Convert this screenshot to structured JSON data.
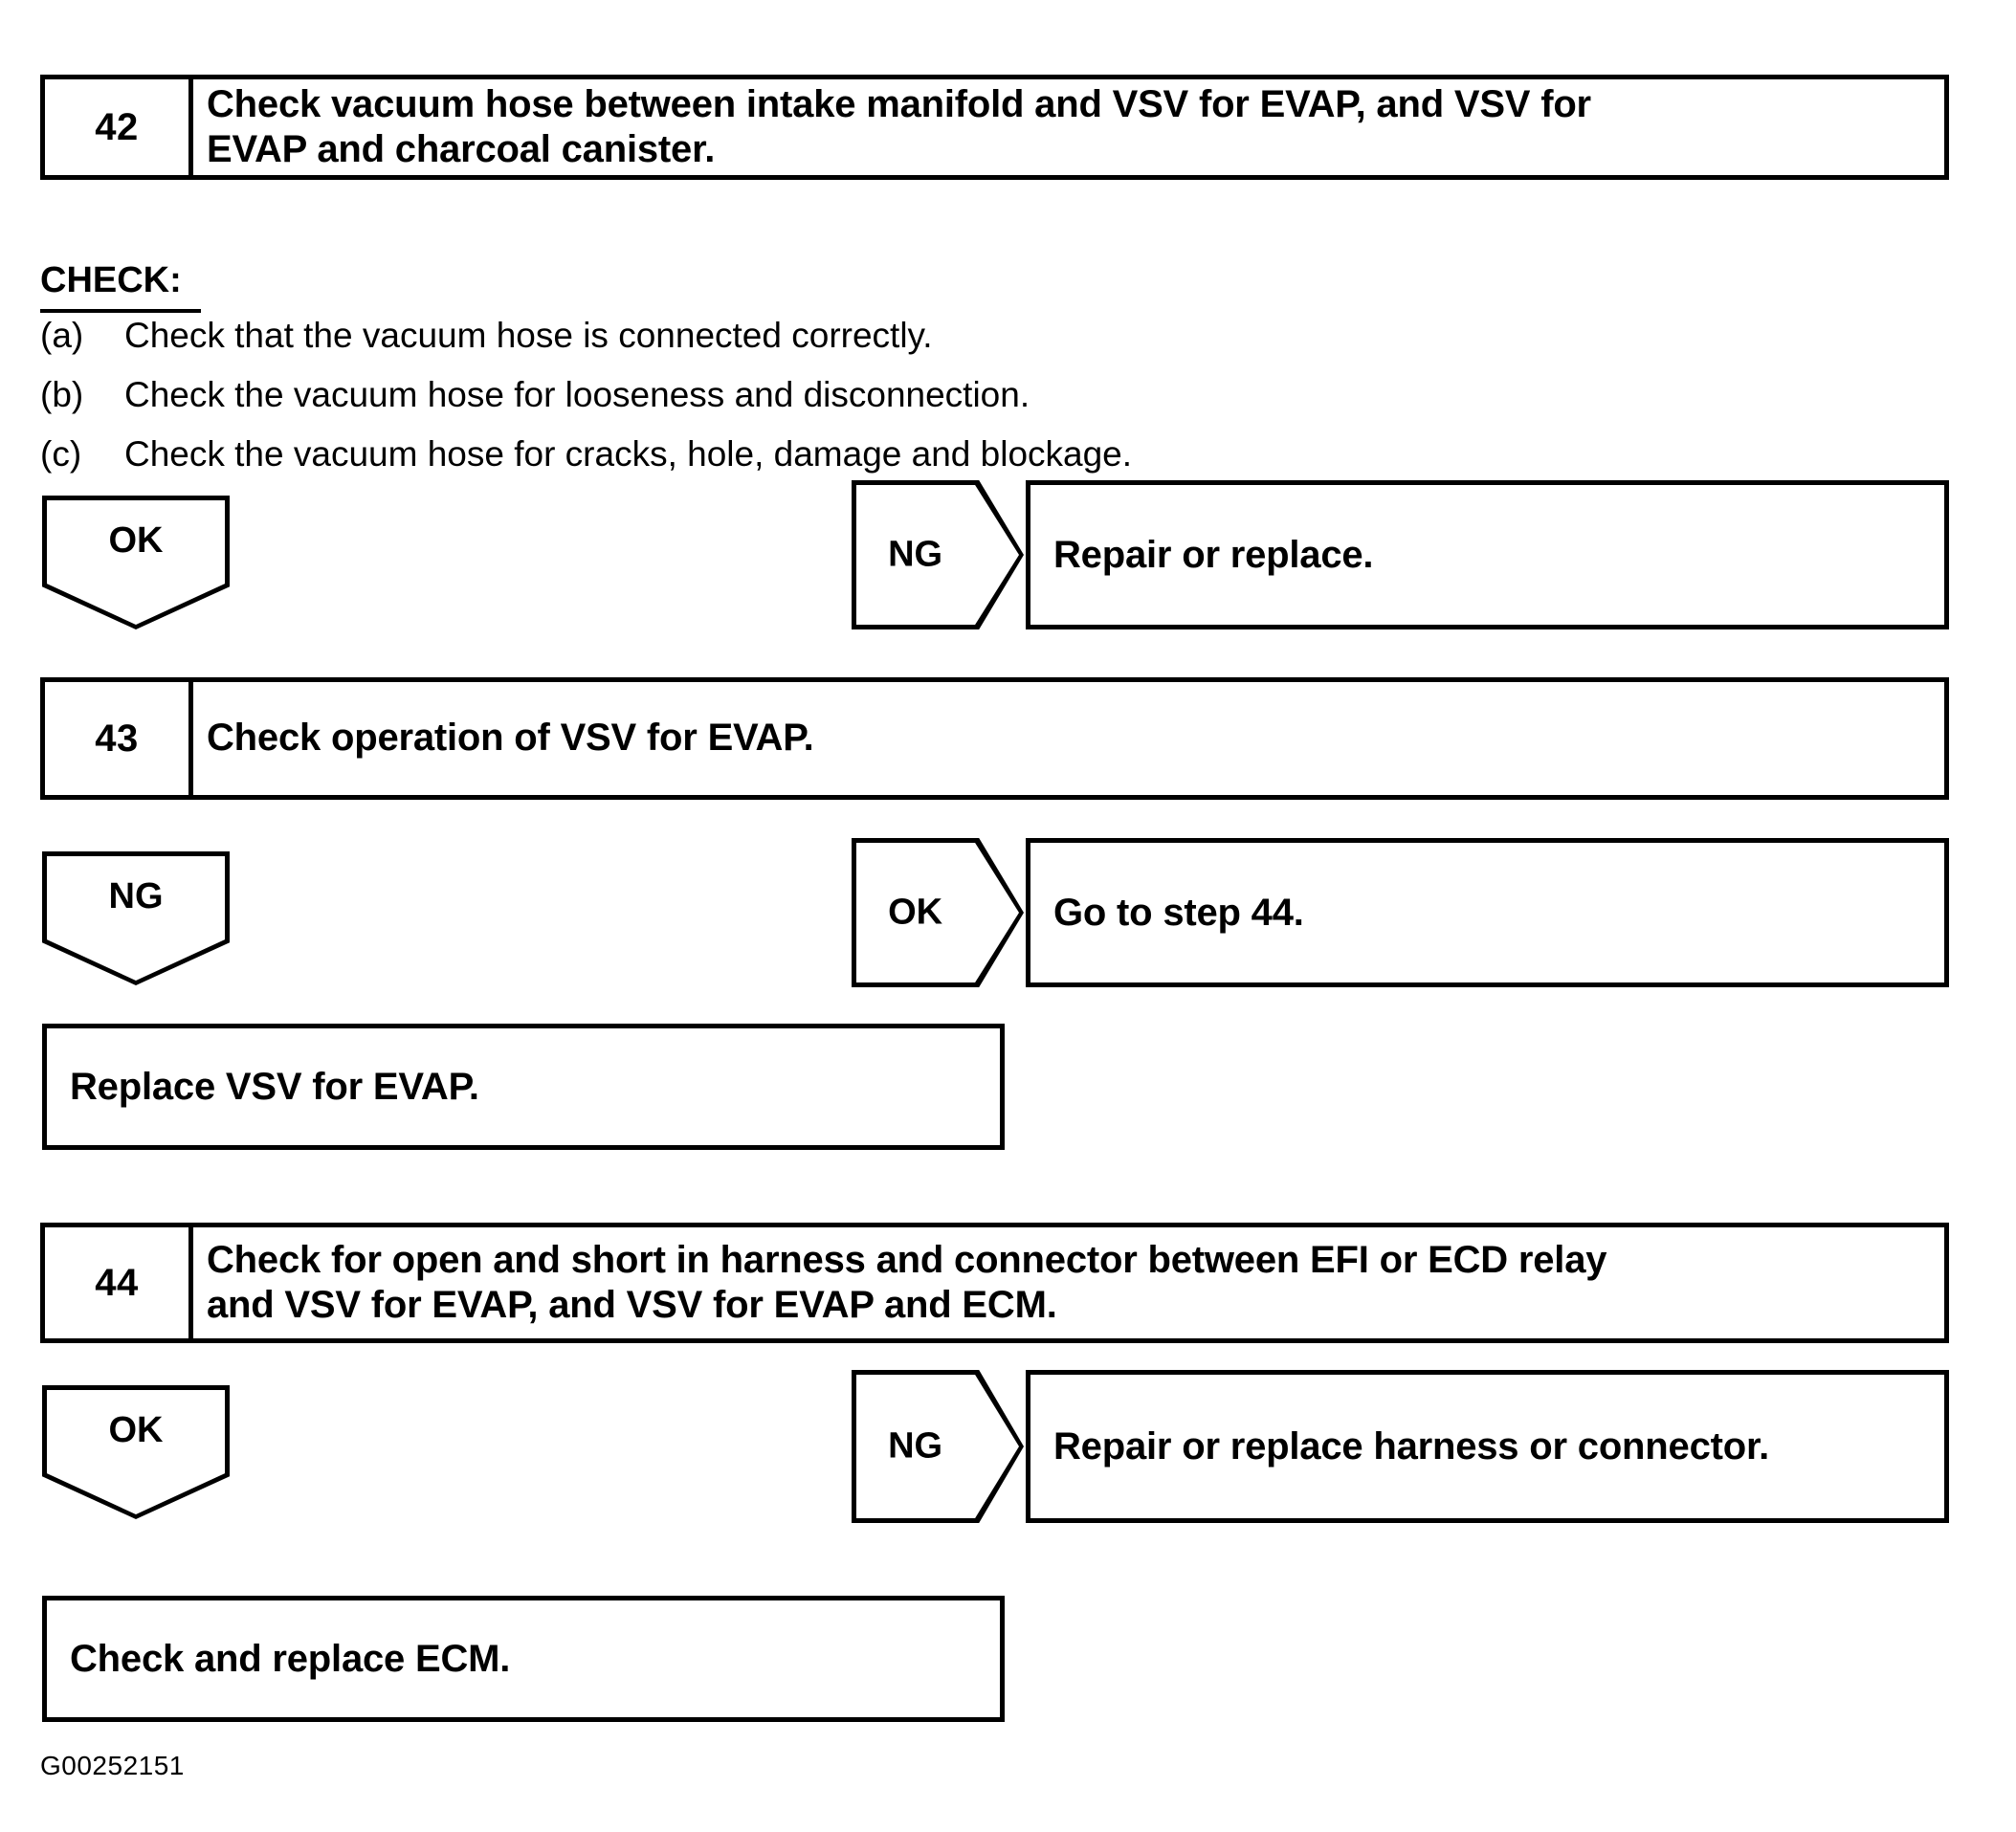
{
  "figure": {
    "id_code": "G00252151"
  },
  "steps": [
    {
      "number": "42",
      "text_line1": "Check vacuum hose between intake manifold and VSV for EVAP, and VSV for",
      "text_line2": "EVAP and charcoal canister."
    },
    {
      "number": "43",
      "text_line1": "Check operation of VSV for EVAP.",
      "text_line2": ""
    },
    {
      "number": "44",
      "text_line1": "Check for open and short in harness and connector between EFI or ECD relay",
      "text_line2": "and VSV for EVAP, and VSV for EVAP and ECM."
    }
  ],
  "check_section": {
    "heading": "CHECK:",
    "items": [
      {
        "marker": "(a)",
        "text": "Check that the vacuum hose is connected correctly."
      },
      {
        "marker": "(b)",
        "text": "Check the vacuum hose for looseness and disconnection."
      },
      {
        "marker": "(c)",
        "text": "Check the vacuum hose for cracks, hole, damage and blockage."
      }
    ]
  },
  "branches": {
    "step42": {
      "down_label": "OK",
      "side_label": "NG",
      "side_result": "Repair or replace."
    },
    "step43": {
      "down_label": "NG",
      "side_label": "OK",
      "side_result": "Go to step 44.",
      "down_result": "Replace VSV for EVAP."
    },
    "step44": {
      "down_label": "OK",
      "side_label": "NG",
      "side_result": "Repair or replace harness or connector.",
      "down_result": "Check and replace ECM."
    }
  }
}
